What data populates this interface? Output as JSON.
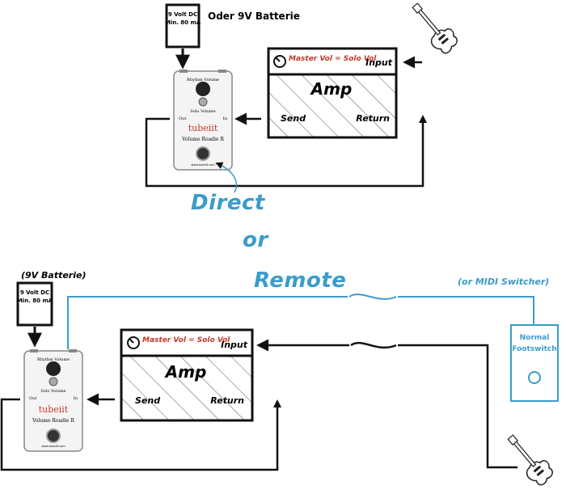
{
  "top": {
    "psu_line1": "9 Volt DC",
    "psu_line2": "Min. 80 mA",
    "battery_label": "Oder 9V Batterie",
    "amp": {
      "master_label": "Master Vol = Solo Vol",
      "title": "Amp",
      "input": "Input",
      "send": "Send",
      "return": "Return"
    },
    "pedal": {
      "knob_label": "Rhythm Volume",
      "solo_label": "Solo Volume",
      "out": "Out",
      "in": "In",
      "brand": "tubeiit",
      "model": "Volume Roadie R",
      "footer": "www.tubeiit.com"
    }
  },
  "middle": {
    "direct": "Direct",
    "or": "or",
    "remote": "Remote"
  },
  "bottom": {
    "battery_label": "(9V Batterie)",
    "psu_line1": "9 Volt DC",
    "psu_line2": "Min. 80 mA",
    "midi_label": "(or MIDI Switcher)",
    "footswitch_line1": "Normal",
    "footswitch_line2": "Footswitch",
    "amp": {
      "master_label": "Master Vol = Solo Vol",
      "title": "Amp",
      "input": "Input",
      "send": "Send",
      "return": "Return"
    },
    "pedal": {
      "knob_label": "Rhythm Volume",
      "solo_label": "Solo Volume",
      "out": "Out",
      "in": "In",
      "brand": "tubeiit",
      "model": "Volume Roadie R",
      "footer": "www.tubeiit.com"
    }
  },
  "colors": {
    "cable_black": "#111111",
    "cable_blue": "#3a9cc9",
    "brand_red": "#c0392b",
    "label_red": "#c0392b"
  }
}
